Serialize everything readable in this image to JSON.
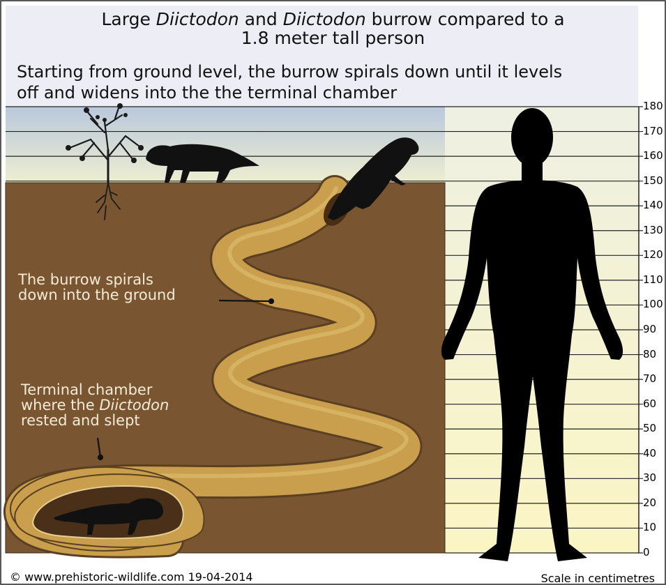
{
  "title": {
    "line1_a": "Large ",
    "line1_b": "Diictodon",
    "line1_c": " and ",
    "line1_d": "Diictodon",
    "line1_e": " burrow compared to a",
    "line2": "1.8 meter tall person"
  },
  "subtitle": {
    "line1": "Starting from ground level, the burrow spirals down until it levels",
    "line2": "off and widens into the the terminal chamber"
  },
  "annotations": {
    "burrow_line1": "The burrow spirals",
    "burrow_line2": "down into the ground",
    "chamber_line1": "Terminal chamber",
    "chamber_line2a": "where the ",
    "chamber_line2b": "Diictodon",
    "chamber_line3": "rested and slept"
  },
  "scale": {
    "ticks": [
      "180",
      "170",
      "160",
      "150",
      "140",
      "130",
      "120",
      "110",
      "100",
      "90",
      "80",
      "70",
      "60",
      "50",
      "40",
      "30",
      "20",
      "10",
      "0"
    ],
    "caption": "Scale in centimetres"
  },
  "footer": {
    "credit": "© www.prehistoric-wildlife.com 19-04-2014"
  },
  "colors": {
    "soil": "#7a5532",
    "burrow": "#c99f4e",
    "sky_top": "#b9c8dd",
    "sky_bottom": "#eeeed0",
    "scale_bg": "#fbf6c8",
    "silhouette": "#000000"
  }
}
